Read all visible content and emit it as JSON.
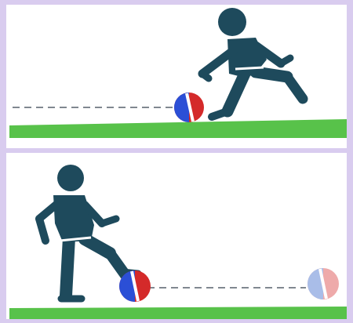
{
  "colors": {
    "background": "#d9ccef",
    "panel": "#ffffff",
    "figure": "#1e4a5c",
    "ground": "#58c24a",
    "ball_blue": "#2b4fd6",
    "ball_red": "#d42a2a",
    "ball_blue_faded": "#a9bde8",
    "ball_red_faded": "#eeaaaa",
    "dashed_line": "#808890"
  },
  "scenes": [
    {
      "id": "top",
      "action": "kick",
      "ball": "at-foot"
    },
    {
      "id": "bottom",
      "action": "trap",
      "ball": "stopped-at-foot",
      "faded_ball": "approaching"
    }
  ]
}
